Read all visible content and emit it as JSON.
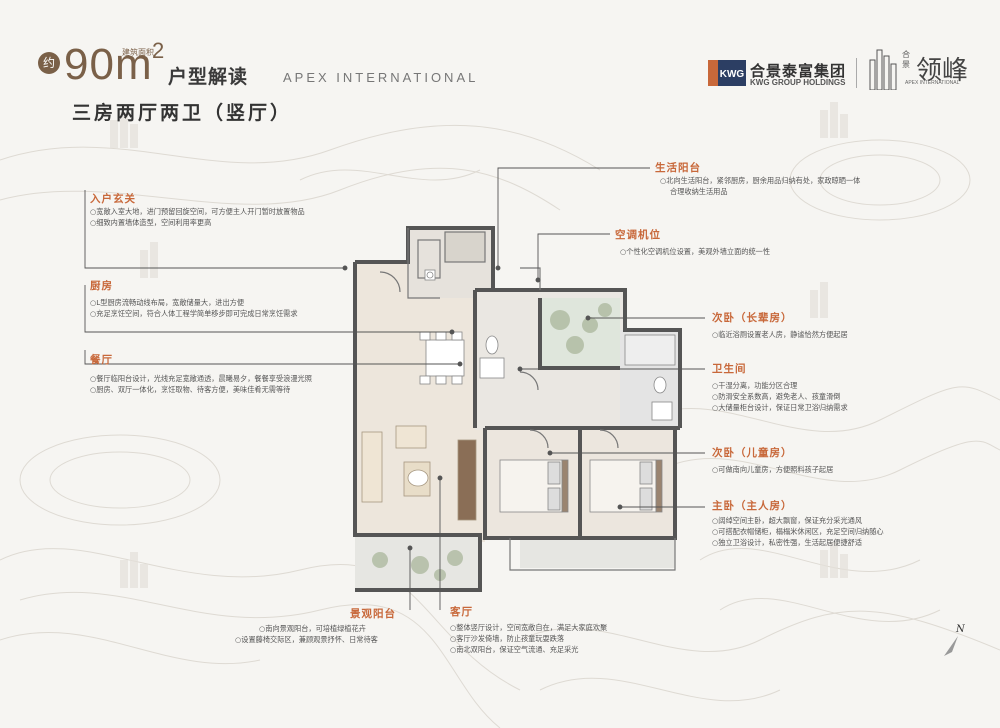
{
  "header": {
    "badge": "约",
    "area_number": "90m",
    "area_sup": "2",
    "area_small_label": "建筑面积",
    "layout_title": "户型解读",
    "english_title": "APEX INTERNATIONAL",
    "subtitle": "三房两厅两卫（竖厅）"
  },
  "branding": {
    "kwg_logo_text": "KWG",
    "company_cn": "合景泰富集团",
    "company_en": "KWG GROUP HOLDINGS",
    "project_small": "合景",
    "project_name": "领峰",
    "project_en": "APEX INTERNATIONAL"
  },
  "sections": {
    "entrance": {
      "title": "入户玄关",
      "lines": [
        "○宽敞入室大地，进门预留回旋空间，可方便主人开门暂时放置物品",
        "○细致内置墙体造型，空间利用率更高"
      ]
    },
    "kitchen": {
      "title": "厨房",
      "lines": [
        "○L型厨房流畅动线布局，宽敞储量大，进出方便",
        "○充足烹饪空间，符合人体工程学简单移步即可完成日常烹饪需求"
      ]
    },
    "dining": {
      "title": "餐厅",
      "lines": [
        "○餐厅临阳台设计，光线充足宽敞通透，晨曦易夕，餐餐享受浪漫光照",
        "○厨房、双厅一体化，烹饪取物、待客方便，美味佳肴无需等待"
      ]
    },
    "service_balcony": {
      "title": "生活阳台",
      "lines": [
        "○北向生活阳台，紧邻厨房，厨余用品归纳有处，家政晾晒一体",
        "合理收纳生活用品"
      ]
    },
    "ac_position": {
      "title": "空调机位",
      "lines": [
        "○个性化空调机位设置，美观外墙立面的统一性"
      ]
    },
    "second_bedroom_elder": {
      "title": "次卧（长辈房）",
      "lines": [
        "○临近浴厕设置老人房，静谧恰然方便起居"
      ]
    },
    "bathroom": {
      "title": "卫生间",
      "lines": [
        "○干湿分离，功能分区合理",
        "○防滑安全系数高，避免老人、孩童滑倒",
        "○大储量柜台设计，保证日常卫浴归纳需求"
      ]
    },
    "second_bedroom_child": {
      "title": "次卧（儿童房）",
      "lines": [
        "○可做南向儿童房，方便照料孩子起居"
      ]
    },
    "master_bedroom": {
      "title": "主卧（主人房）",
      "lines": [
        "○阔绰空间主卧，超大飘窗，保证充分采光通风",
        "○可搭配衣帽储柜，榻榻米休闲区，充足空间归纳随心",
        "○独立卫浴设计，私密性强，生活起居便捷舒适"
      ]
    },
    "landscape_balcony": {
      "title": "景观阳台",
      "lines": [
        "○南向景观阳台，可培植绿植花卉",
        "○设置藤椅交际区，兼顾观景抒怀、日常待客"
      ]
    },
    "living_room": {
      "title": "客厅",
      "lines": [
        "○整体竖厅设计，空间宽敞自在，满足大家庭欢聚",
        "○客厅沙发倚墙，防止孩童玩耍跌落",
        "○南北双阳台，保证空气流通、充足采光"
      ]
    }
  },
  "compass": {
    "label": "N"
  },
  "colors": {
    "accent": "#c8683a",
    "brand": "#7a6048",
    "leader": "#555555"
  }
}
